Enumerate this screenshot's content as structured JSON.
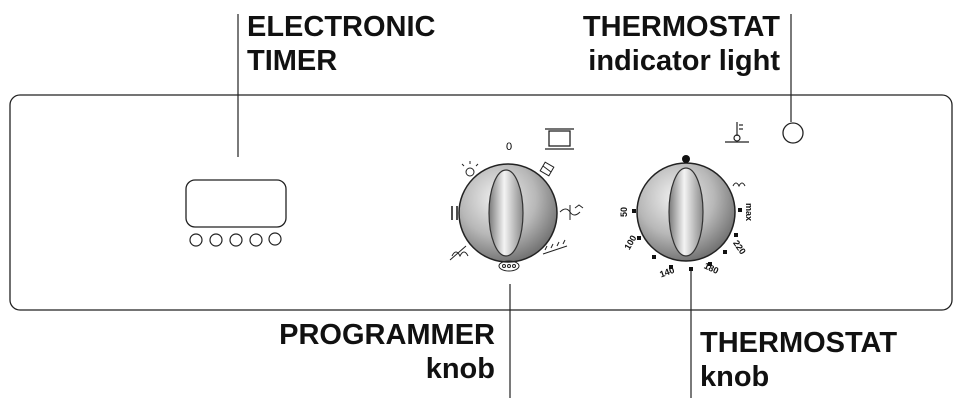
{
  "labels": {
    "electronic_timer": [
      "ELECTRONIC",
      "TIMER"
    ],
    "thermostat_light": [
      "THERMOSTAT",
      "indicator light"
    ],
    "programmer_knob": [
      "PROGRAMMER",
      "knob"
    ],
    "thermostat_knob": [
      "THERMOSTAT",
      "knob"
    ]
  },
  "programmer": {
    "zero_label": "0"
  },
  "thermostat": {
    "scale": [
      "50",
      "100",
      "140",
      "180",
      "220",
      "max"
    ]
  }
}
